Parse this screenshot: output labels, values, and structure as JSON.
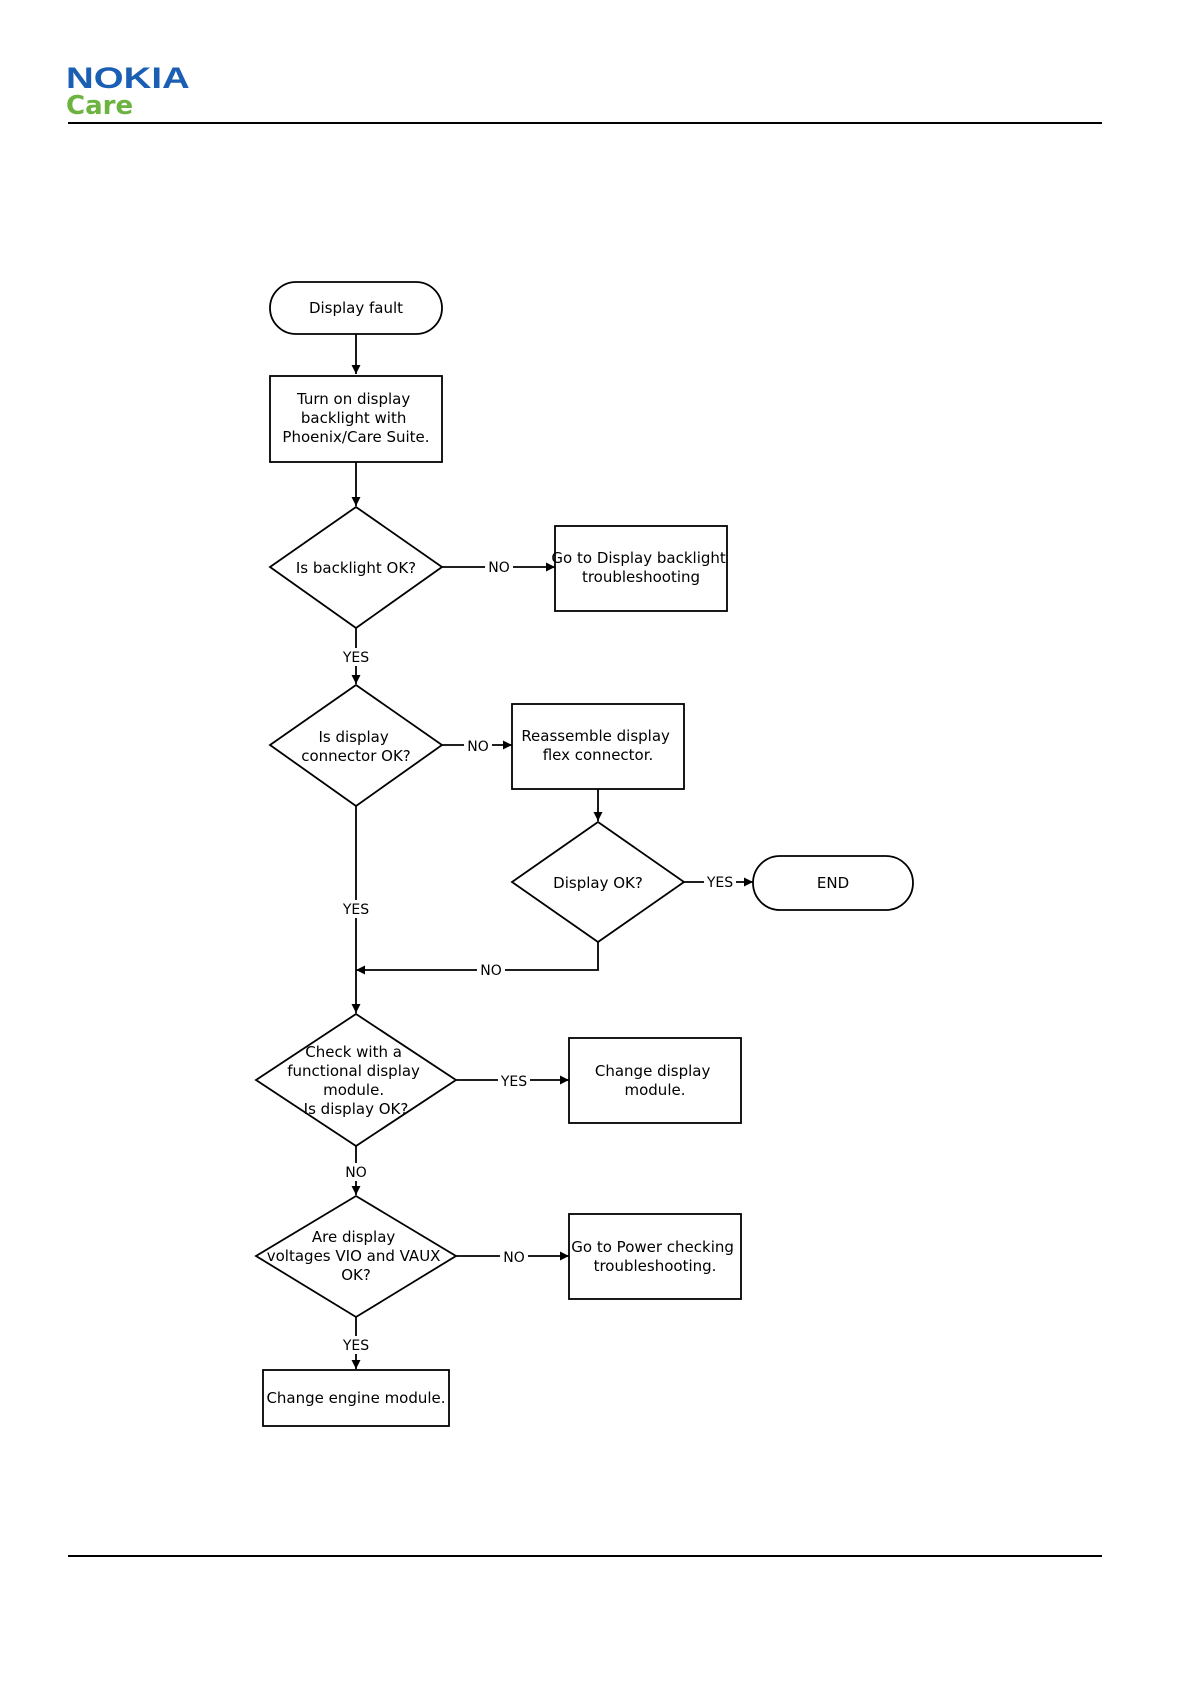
{
  "header": {
    "brand_name": "NOKIA",
    "brand_sub": "Care",
    "brand_color": "#1a5fb4",
    "sub_color": "#6cb33f"
  },
  "flowchart": {
    "nodes": {
      "start": {
        "lines": [
          "Display fault"
        ]
      },
      "backlight_on": {
        "lines": [
          "Turn on display",
          "backlight with",
          "Phoenix/Care Suite."
        ]
      },
      "q_backlight": {
        "lines": [
          "Is backlight OK?"
        ]
      },
      "goto_backlight": {
        "lines": [
          "Go to Display backlight",
          "troubleshooting"
        ]
      },
      "q_connector": {
        "lines": [
          "Is display",
          "connector OK?"
        ]
      },
      "reassemble": {
        "lines": [
          "Reassemble display",
          "flex connector."
        ]
      },
      "q_display_ok": {
        "lines": [
          "Display OK?"
        ]
      },
      "end": {
        "lines": [
          "END"
        ]
      },
      "q_functional": {
        "lines": [
          "Check with a",
          "functional display",
          "module.",
          "Is display OK?"
        ]
      },
      "change_display": {
        "lines": [
          "Change display",
          "module."
        ]
      },
      "q_voltages": {
        "lines": [
          "Are display",
          "voltages VIO and VAUX",
          "OK?"
        ]
      },
      "goto_power": {
        "lines": [
          "Go to Power checking",
          "troubleshooting."
        ]
      },
      "change_engine": {
        "lines": [
          "Change engine module."
        ]
      }
    },
    "edge_labels": {
      "backlight_no": "NO",
      "backlight_yes": "YES",
      "connector_no": "NO",
      "connector_yes": "YES",
      "display_ok_yes": "YES",
      "display_ok_no": "NO",
      "functional_yes": "YES",
      "functional_no": "NO",
      "voltages_no": "NO",
      "voltages_yes": "YES"
    }
  }
}
